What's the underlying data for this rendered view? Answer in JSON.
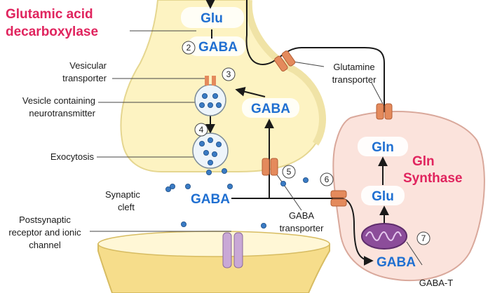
{
  "labels": {
    "enzyme_gad_line1": "Glutamic acid",
    "enzyme_gad_line2": "decarboxylase",
    "vesicular_transporter_line1": "Vesicular",
    "vesicular_transporter_line2": "transporter",
    "vesicle_line1": "Vesicle containing",
    "vesicle_line2": "neurotransmitter",
    "exocytosis": "Exocytosis",
    "synaptic_cleft_line1": "Synaptic",
    "synaptic_cleft_line2": "cleft",
    "postsynaptic_line1": "Postsynaptic",
    "postsynaptic_line2": "receptor and ionic",
    "postsynaptic_line3": "channel",
    "glutamine_transporter_line1": "Glutamine",
    "glutamine_transporter_line2": "transporter",
    "gaba_transporter_line1": "GABA",
    "gaba_transporter_line2": "transporter",
    "gln_synthase_line1": "Gln",
    "gln_synthase_line2": "Synthase",
    "gaba_t": "GABA-T"
  },
  "molecules": {
    "glu_presynaptic": "Glu",
    "gaba_presynaptic": "GABA",
    "gaba_recycled": "GABA",
    "gaba_cleft": "GABA",
    "gln_glia": "Gln",
    "glu_glia": "Glu",
    "gaba_glia": "GABA"
  },
  "steps": {
    "s2": "2",
    "s3": "3",
    "s4": "4",
    "s5": "5",
    "s6": "6",
    "s7": "7"
  },
  "colors": {
    "neuron_fill": "#fdf3c2",
    "neuron_edge": "#e5d690",
    "glia_fill": "#fbe3dc",
    "glia_edge": "#d9a89b",
    "postsynaptic_fill": "#f6dd8b",
    "transporter": "#e48a5c",
    "receptor": "#c9a8d6",
    "mitochondrion": "#8c4d9a",
    "molecule_text": "#1f6fd1",
    "enzyme_text": "#e0245e",
    "vesicle_dot": "#3a7bc4"
  }
}
